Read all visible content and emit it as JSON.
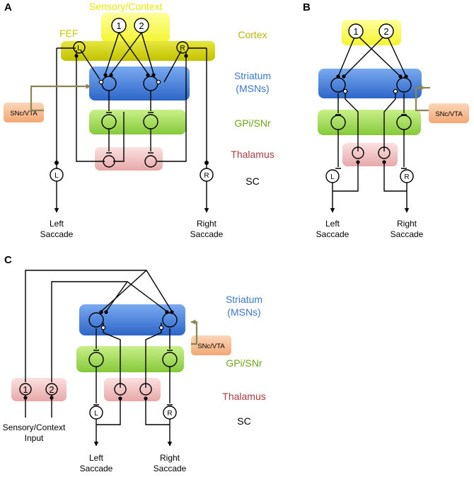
{
  "panels": {
    "a": "A",
    "b": "B",
    "c": "C"
  },
  "labels": {
    "sensory_context": "Sensory/Context",
    "fef": "FEF",
    "cortex": "Cortex",
    "striatum_1": "Striatum",
    "striatum_2": "(MSNs)",
    "gpi_snr": "GPi/SNr",
    "thalamus": "Thalamus",
    "sc": "SC",
    "snc_vta": "SNc/VTA",
    "left_1": "Left",
    "left_2": "Saccade",
    "right_1": "Right",
    "right_2": "Saccade",
    "input_1": "Sensory/Context",
    "input_2": "Input",
    "node_1": "1",
    "node_2": "2",
    "node_l": "L",
    "node_r": "R"
  },
  "colors": {
    "sensory_fill": "#fdfd5a",
    "cortex_fill": "#d9d900",
    "cortex_text": "#b7b700",
    "striatum_fill": "#3b7bd6",
    "striatum_text": "#3c78c8",
    "gpi_fill": "#9bd84c",
    "gpi_text": "#6aa716",
    "thal_fill": "#f1c2c2",
    "thal_text": "#a73c3c",
    "snc_fill": "#f9c098",
    "snc_arrow": "#8c8455"
  }
}
